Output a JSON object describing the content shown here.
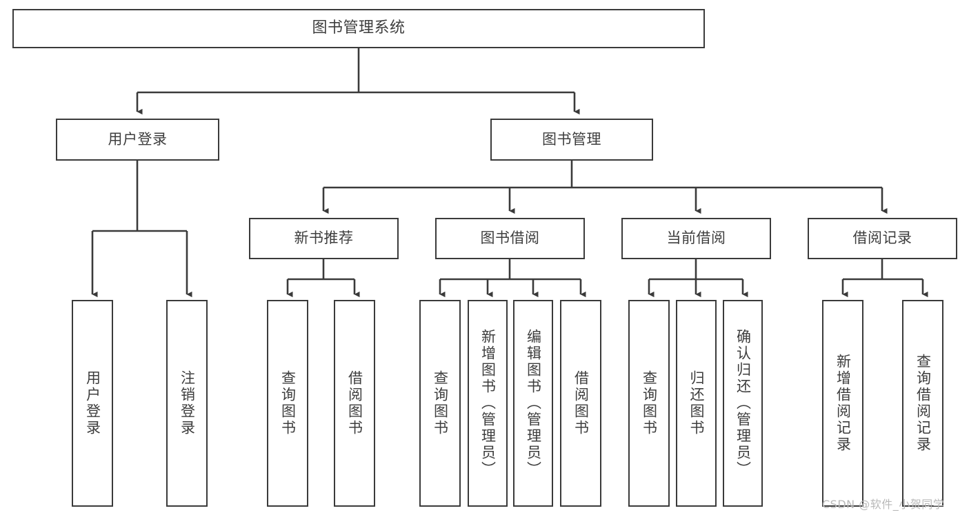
{
  "diagram": {
    "title": "图书管理系统",
    "type": "tree-hierarchy-diagram",
    "colors": {
      "stroke": "#3a3a3a",
      "text": "#3d3d3d",
      "background": "#ffffff",
      "watermark": "#b9b9b9"
    },
    "nodes": {
      "root": {
        "label": "图书管理系统"
      },
      "level2": [
        {
          "label": "用户登录"
        },
        {
          "label": "图书管理"
        }
      ],
      "level3": [
        {
          "label": "新书推荐"
        },
        {
          "label": "图书借阅"
        },
        {
          "label": "当前借阅"
        },
        {
          "label": "借阅记录"
        }
      ],
      "leaves": {
        "user_login": [
          {
            "label": "用户登录"
          },
          {
            "label": "注销登录"
          }
        ],
        "new_book_recommend": [
          {
            "label": "查询图书"
          },
          {
            "label": "借阅图书"
          }
        ],
        "book_borrow": [
          {
            "label": "查询图书"
          },
          {
            "label": "新增图书（管理员）"
          },
          {
            "label": "编辑图书（管理员）"
          },
          {
            "label": "借阅图书"
          }
        ],
        "current_borrow": [
          {
            "label": "查询图书"
          },
          {
            "label": "归还图书"
          },
          {
            "label": "确认归还（管理员）"
          }
        ],
        "borrow_records": [
          {
            "label": "新增借阅记录"
          },
          {
            "label": "查询借阅记录"
          }
        ]
      }
    },
    "watermark": "CSDN @软件_小贺同学"
  }
}
